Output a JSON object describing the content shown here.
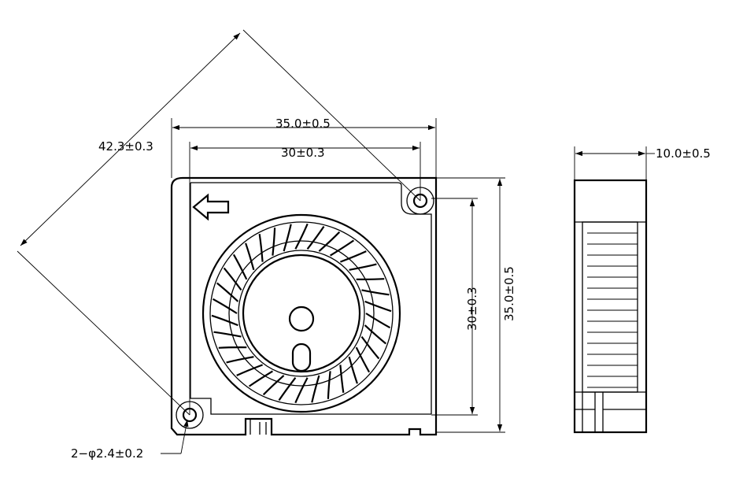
{
  "dimensions": {
    "diagonal": "42.3±0.3",
    "overall_width": "35.0±0.5",
    "hole_spacing_h": "30±0.3",
    "hole_spacing_v": "30±0.3",
    "overall_height": "35.0±0.5",
    "thickness": "10.0±0.5",
    "hole_callout": "2−φ2.4±0.2"
  },
  "icons": {
    "direction_arrow": "left-arrow-icon"
  }
}
